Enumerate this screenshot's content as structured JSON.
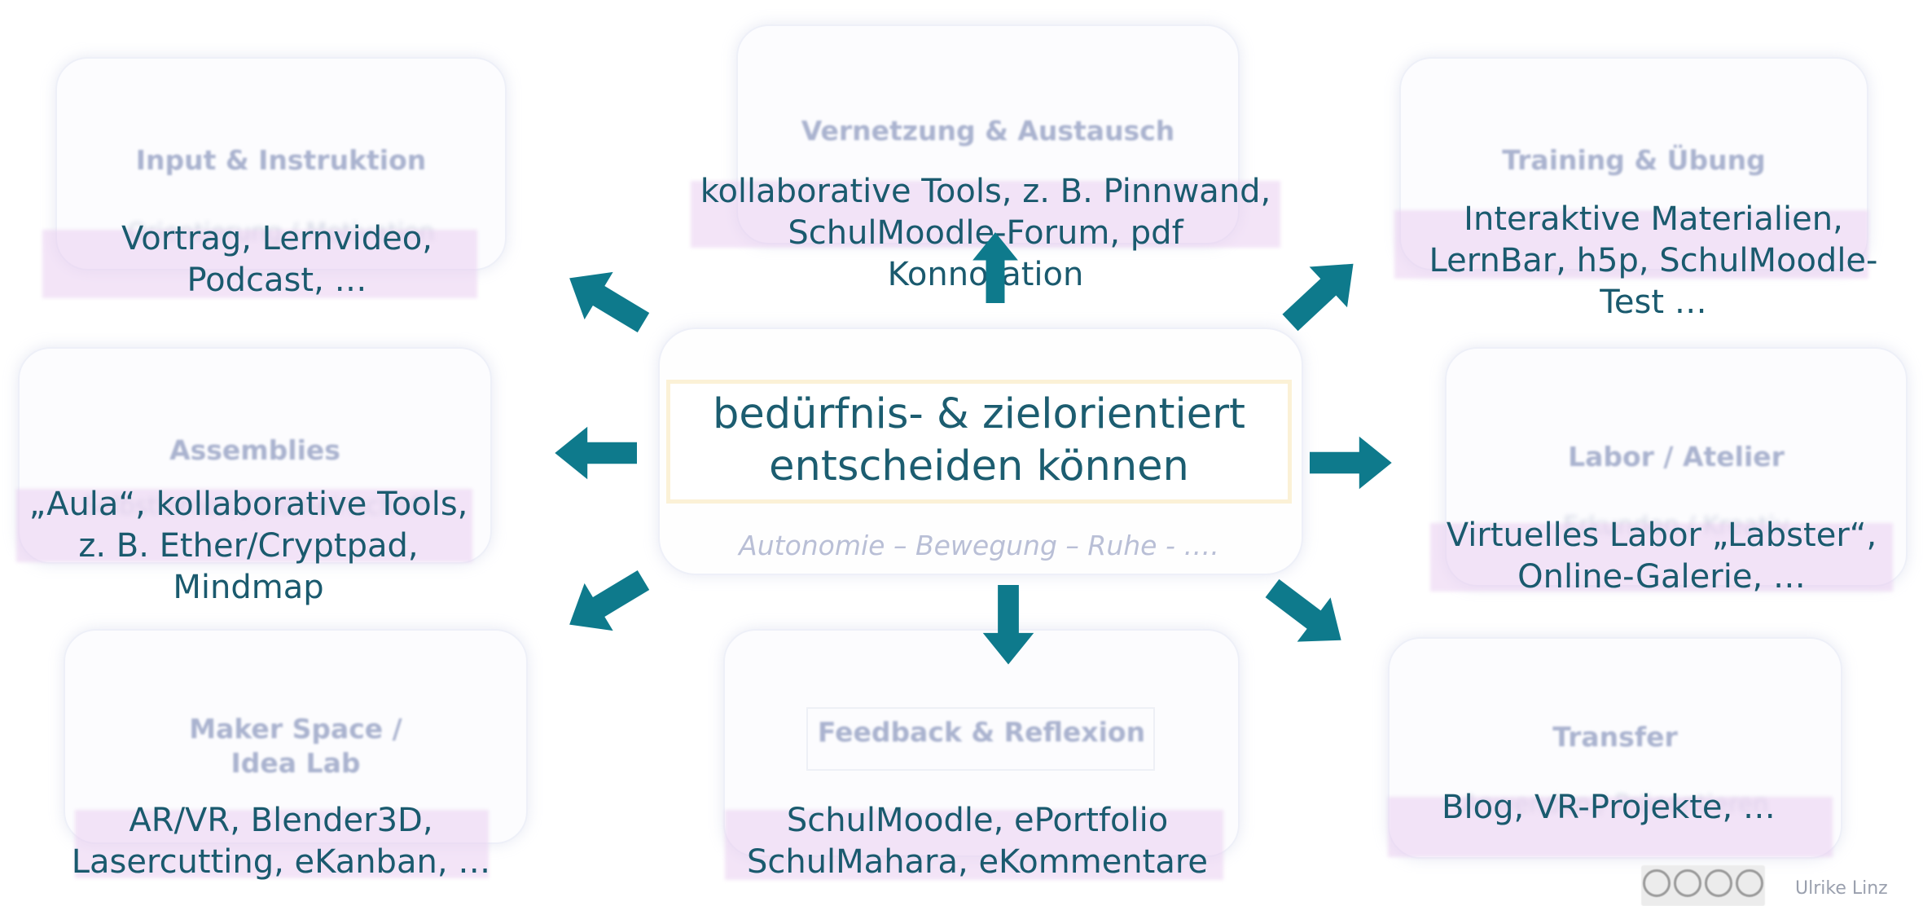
{
  "center": {
    "title_line1": "bedürfnis- & zielorientiert",
    "title_line2": "entscheiden können",
    "subtitle": "Autonomie – Bewegung – Ruhe - …."
  },
  "boxes": [
    {
      "title": "Input & Instruktion",
      "tools": [
        "Vortrag, Lernvideo,",
        "Podcast, …"
      ]
    },
    {
      "title": "Vernetzung & Austausch",
      "tools": [
        "kollaborative Tools, z. B. Pinnwand,",
        "SchulMoodle-Forum, pdf",
        "Konnotation"
      ]
    },
    {
      "title": "Training & Übung",
      "tools": [
        "Interaktive Materialien,",
        "LernBar, h5p, SchulMoodle-",
        "Test …"
      ]
    },
    {
      "title": "Assemblies",
      "tools": [
        "„Aula“, kollaborative Tools,",
        "z. B. Ether/Cryptpad,",
        "Mindmap"
      ]
    },
    {
      "title": "Labor / Atelier",
      "tools": [
        "Virtuelles Labor „Labster“,",
        "Online-Galerie, …"
      ]
    },
    {
      "title_line1": "Maker Space /",
      "title_line2": "Idea Lab",
      "tools": [
        "AR/VR, Blender3D,",
        "Lasercutting, eKanban, …"
      ]
    },
    {
      "title": "Feedback & Reflexion",
      "tools": [
        "SchulMoodle, ePortfolio",
        "SchulMahara, eKommentare"
      ]
    },
    {
      "title": "Transfer",
      "tools": [
        "Blog, VR-Projekte, …"
      ]
    }
  ],
  "footer": {
    "license_icon": "creative-commons-by-nc-sa-icon",
    "author": "Ulrike Linz"
  },
  "colors": {
    "arrow": "#0e7a8c",
    "tool_text": "#1a5a6e",
    "highlight": "#eacef0",
    "faded_title": "#aab3cf"
  }
}
